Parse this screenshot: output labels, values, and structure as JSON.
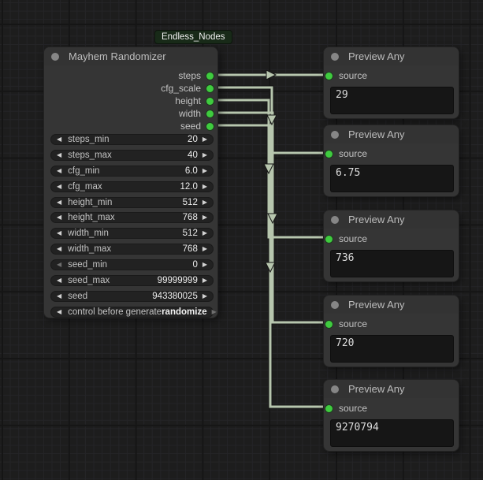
{
  "badge": {
    "label": "Endless_Nodes"
  },
  "icons": {
    "left_arrow": "◀",
    "right_arrow": "▶"
  },
  "randomizer": {
    "title": "Mayhem Randomizer",
    "outputs": [
      "steps",
      "cfg_scale",
      "height",
      "width",
      "seed"
    ],
    "widgets": [
      {
        "label": "steps_min",
        "value": "20"
      },
      {
        "label": "steps_max",
        "value": "40"
      },
      {
        "label": "cfg_min",
        "value": "6.0"
      },
      {
        "label": "cfg_max",
        "value": "12.0"
      },
      {
        "label": "height_min",
        "value": "512"
      },
      {
        "label": "height_max",
        "value": "768"
      },
      {
        "label": "width_min",
        "value": "512"
      },
      {
        "label": "width_max",
        "value": "768"
      },
      {
        "label": "seed_min",
        "value": "0"
      },
      {
        "label": "seed_max",
        "value": "99999999"
      },
      {
        "label": "seed",
        "value": "943380025"
      },
      {
        "label": "control before generate",
        "value": "randomize"
      }
    ]
  },
  "previews": [
    {
      "title": "Preview Any",
      "input_label": "source",
      "value": "29"
    },
    {
      "title": "Preview Any",
      "input_label": "source",
      "value": "6.75"
    },
    {
      "title": "Preview Any",
      "input_label": "source",
      "value": "736"
    },
    {
      "title": "Preview Any",
      "input_label": "source",
      "value": "720"
    },
    {
      "title": "Preview Any",
      "input_label": "source",
      "value": "9270794"
    }
  ],
  "colors": {
    "slot_green": "#3fcb3f",
    "wire": "#b7c6ae",
    "node_body": "#353535",
    "node_title": "#333333"
  }
}
